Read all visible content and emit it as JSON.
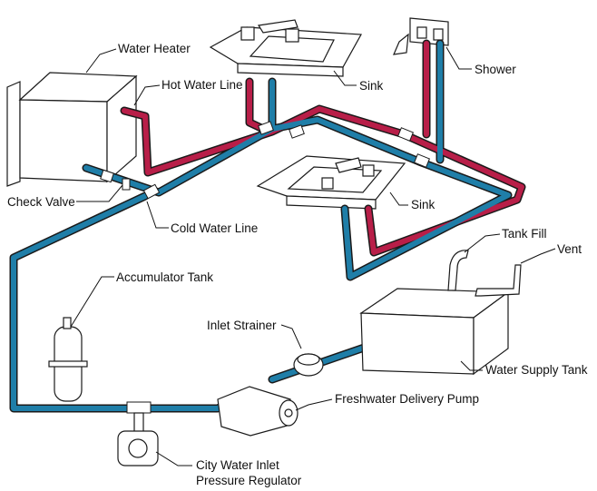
{
  "colors": {
    "hot_line": "#b81e48",
    "cold_line": "#1f7ea8",
    "outline": "#1a1a1a"
  },
  "labels": {
    "water_heater": "Water Heater",
    "hot_water_line": "Hot Water Line",
    "sink_upper": "Sink",
    "shower": "Shower",
    "check_valve": "Check Valve",
    "cold_water_line": "Cold Water Line",
    "sink_lower": "Sink",
    "tank_fill": "Tank Fill",
    "vent": "Vent",
    "accumulator_tank": "Accumulator Tank",
    "inlet_strainer": "Inlet Strainer",
    "freshwater_delivery_pump": "Freshwater Delivery Pump",
    "water_supply_tank": "Water Supply Tank",
    "city_water_inlet_line1": "City Water Inlet",
    "city_water_inlet_line2": "Pressure Regulator"
  }
}
